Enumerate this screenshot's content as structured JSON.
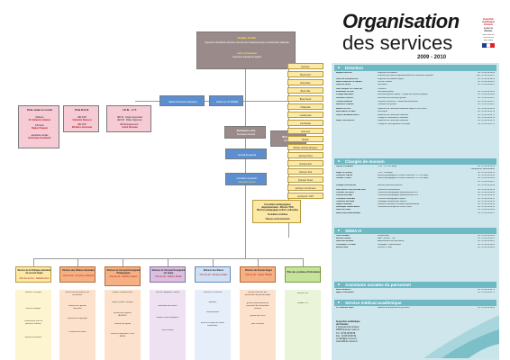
{
  "colors": {
    "accent_red": "#c0141c",
    "teal": "#6fb9c4",
    "panel_blue": "#cfe7ec",
    "box_grey": "#9a8b8a",
    "box_blue": "#5b8fd0",
    "box_orange": "#f5b183",
    "box_pink": "#f6cbd6",
    "box_purple": "#d7c0e0",
    "box_yellow": "#fde9a6",
    "box_light_blue": "#cfe0f5",
    "box_green": "#c7e29b"
  },
  "title": {
    "line1": "Organisation",
    "line2": "des services",
    "year": "2009 - 2010"
  },
  "logo": {
    "l1": "inspection",
    "l2": "académique",
    "l3": "Finistère",
    "l4": "académie",
    "l5": "Rennes",
    "m1": "MINISTÈRE DE",
    "m2": "L'ÉDUCATION",
    "m3": "NATIONALE"
  },
  "chart": {
    "ia": {
      "name": "Brigitte Kieffer",
      "role": "Inspecteur d'Académie  Directeur des Services Départementaux de l'Education Nationale",
      "adj_name": "Jean-Luc Deuzavel",
      "adj_role": "Inspecteur d'académie Adjoint"
    },
    "mission_box": "Mission Prévention Itinérance",
    "cabinet_box": "Cabinet de l'IA DSDEN",
    "sec_gen": {
      "name": "Emmanuel Le Pen",
      "role": "Secrétaire Général"
    },
    "michel": {
      "name": "Michel Ollivet",
      "role": "ASH/IEN-A"
    },
    "secretariat": "Secrétariat général",
    "controleur": {
      "l1": "Contrôleur de gestion",
      "l2": "Marcelline Guérel"
    },
    "conseillers": {
      "l1": "Conseillers pédagogiques",
      "l2": "départementaux - Mission TICE",
      "l3": "Mission pédagogique actions culturelles",
      "l4": "Formation continue",
      "l5": "Classes environnement"
    },
    "pole": {
      "title": "Pôle santé et social",
      "a1": "Médecin",
      "a2": "Dr Catherine Hamaon",
      "a3": "Infirmière",
      "a4": "Régine Paugam",
      "a5": "assistante sociale",
      "a6": "Dominique Guerlavais"
    },
    "pole_rased": {
      "title": "Pôle R.S.H.",
      "a1": "IEN ASH",
      "a2": "Catherine Buisson",
      "a3": "IEN ASH",
      "a4": "Michèle Lebonneau"
    },
    "ien_ct": {
      "title": "I.E.N. - C.T.",
      "a1": "IEN IO : Gisèle Guyomard",
      "a2": "IEN ET : Didier Vigouroux",
      "a3": "IEN Enseignement :",
      "a4": "André Nouveau"
    },
    "sites": [
      "Quimper",
      "Brest Nord",
      "Brest Rive",
      "Brest Ville",
      "Brest Ouest",
      "Châteaulin",
      "Landerneau",
      "Landivisiau",
      "Lesneven",
      "Morlaix",
      "Morlaix-Carhaix-Plouguer",
      "Quimper Nord",
      "Quimper Est",
      "Quimper Sud",
      "Quimper Ouest",
      "Quimper Concarneau",
      "Quimperlé / ASH"
    ],
    "divisions": [
      {
        "head": "Service de la Politique éducative du second degré",
        "chef": "Chef de service : Nathalie Roux",
        "subs": [
          "bourses 1er degré",
          "bourses collèges",
          "scolarisation hors de parcours scolaires",
          "bourses accordées"
        ]
      },
      {
        "head": "Division des Affaires Générales",
        "chef": "Chef de div : Armelle Le Manach",
        "subs": [
          "bureau des prestations aux personnels",
          "bureau de la gestion financière",
          "bureau de la logistique",
          "accidents du travail"
        ]
      },
      {
        "head": "Division de l'Accueil Enseignant Pédagogique",
        "chef": "Chef de div : Martine Cloarec",
        "subs": [
          "moyens collèges privés",
          "moyens publics collèges",
          "gestion des moyens AVS/EVS",
          "contrôle de légalité",
          "réussite d'éducation CPEH MDPH"
        ]
      },
      {
        "head": "Division de l'Accueil Enseignant 1er degré",
        "chef": "Chef de div : Martine Moalic",
        "subs": [
          "suivi de l'obligation scolaire",
          "affectation des élèves",
          "moyens écoles publiques",
          "carte scolaire"
        ]
      },
      {
        "head": "Division des Elèves",
        "chef": "Chef de div : Monique Moalic",
        "subs": [
          "examens et concours",
          "diplômes",
          "remplacement",
          "prise en charge des élèves handicapés"
        ]
      },
      {
        "head": "Division du Premier Degré",
        "chef": "Chef de div : Gisèle Tribollet",
        "subs": [
          "gestion collective des personnels du premier degré",
          "gestion administrative du personnel de la formation continue",
          "gestion des actes",
          "paie et retraite"
        ]
      },
      {
        "head": "Pôle des systèmes d'information",
        "chef": "",
        "subs": [
          "Mission Tice",
          "SEMA-O 29"
        ]
      }
    ]
  },
  "panel": {
    "direction": {
      "header": "Direction",
      "rows": [
        [
          "Brigitte KIEFFER",
          "Inspecteur d'académie",
          "Tél : 02 98 98 98 98"
        ],
        [
          "",
          "Directeur des services départementaux de l'Education nationale",
          "Fax : 02 98 98 98 97"
        ],
        [
          "Jean-Luc DESAGNOUS",
          "Inspecteur d'académie adjoint",
          "Tél : 02 98 98 98 03"
        ],
        [
          "Marie-Françoise LE GANNIC",
          "Chef de Cabinet",
          "Tél : 02 98 98 98 02"
        ],
        [
          "Gaby NICOLAS",
          "Secrétariat",
          "Tél : 02 98 98 98 01"
        ],
        [
          "Jean-Jacques LE FLANCHE",
          "Chauffeur",
          ""
        ],
        [
          "Emmanuel LE PEN",
          "Secrétaire général",
          "Tél : 02 98 98 98 05"
        ],
        [
          "Philippe ABGRALL",
          "Secrétaire général adjoint - Chargé des affaires juridiques",
          "Tél : 02 98 98 98 06"
        ],
        [
          "Lauréline PINSON",
          "Secrétariat du secrétaire général",
          "Tél : 02 98 98 98 07"
        ],
        [
          "Chantal MENEUR",
          "Conseiller chercheur - Gestion des personnels",
          "Tél : 02 98 98 98 27"
        ],
        [
          "Marceline GUEREL",
          "Contrôleur de gestion",
          "Tél : 02 98 98 98 42"
        ],
        [
          "Michel OLLIVET",
          "Inspecteur de l'Education nationale adjoint à l'IA DSDEN",
          "Tél : 02 98 98 98 08"
        ],
        [
          "Anne-Marie LE GALL",
          "Secrétariat",
          "Tél : 02 98 98 98 14"
        ],
        [
          "Guirec FAUBRADOUDET",
          "Inspecteur de l'Education nationale",
          "Tél : 02 98 98 98 17"
        ],
        [
          "",
          "Chargé de l'Information Orientation",
          "Tél : 02 98 98 98 18"
        ],
        [
          "Didier VIGOUROUX",
          "Inspecteur de l'Education nationale",
          "Tél : 02 98 98 98 12"
        ],
        [
          "",
          "Chargé de l'Enseignement Technique",
          "Tél : 02 98 98 98 13"
        ]
      ]
    },
    "missions": {
      "header": "Chargés de mission",
      "rows": [
        [
          "Patrick PORANEN",
          "TICE - CPD 1er degré",
          "Tél : 02 98 98 98 33"
        ],
        [
          "",
          "",
          "Coordonnées informatiques"
        ],
        [
          "Roger LE QUIMQ",
          "TICE - 2nd degré",
          "Tél : 02 98 98 98 31"
        ],
        [
          "Françoise GARIN",
          "Mission pédagogique et actions culturelles CPD 1er degré",
          "Tél : 02 98 98 98 45"
        ],
        [
          "Pascale TOULET",
          "Mission pédagogique et actions culturelles CPD 1er degré",
          "Tél : 02 98 98 98 46"
        ],
        [
          "",
          "",
          "Tél : 02 98 98 98 47"
        ],
        [
          "Philippe LEGOAZIOU",
          "Mission, protection jeunesse",
          "Tél : 02 98 98 98 48"
        ],
        [
          "Jean-Michel CREPIN-LEBLOND",
          "Conseiller environnement",
          "Tél : 02 98 98 98 49"
        ],
        [
          "Christine GICQUEL",
          "Conseillère pédagogique départementale EPS",
          "Tél : 02 98 98 98 50"
        ],
        [
          "Patricia MORVAN",
          "Conseillère pédagogique départementale EPS",
          "Tél : 02 98 98 98 51"
        ],
        [
          "Christiane GUEGAN",
          "Conseiller pédagogique langues",
          "Tél : 02 98 98 98 52"
        ],
        [
          "Catherine MORVAN",
          "Pédagogie fondamentale RASED",
          "Tél : 02 98 98 98 53"
        ],
        [
          "Régine PAUGAM",
          "Infirmière conseillère technique départementale",
          "Tél : 02 98 98 98 54"
        ],
        [
          "Dominique GUERLAVAIS",
          "Conseillère technique de service social",
          "Tél : 02 98 98 98 55"
        ],
        [
          "Jean-Luc GUEL",
          "",
          "Tél : 02 98 98 98 56"
        ],
        [
          "Marie-Odile MENEUNHAN",
          "",
          "Tél : 02 98 98 98 57"
        ]
      ]
    },
    "semao": {
      "header": "SEMA-O",
      "rows": [
        [
          "Pierre GRAND",
          "Responsable",
          "Tél : 02 98 98 98 60"
        ],
        [
          "Bernard GREAL",
          "BAB - Internet - Tice",
          "Tél : 02 98 98 98 61"
        ],
        [
          "Jean-Paul MORAN",
          "Administrateur des personnels",
          "Tél : 02 98 98 98 62"
        ],
        [
          "Christophe COCHEN",
          "Pédagogie - administration",
          "Tél : 02 98 98 98 63"
        ],
        [
          "Annick PAUL",
          "Services à l'aide",
          "Tél : 02 98 98 98 64"
        ]
      ]
    },
    "assistants": {
      "header": "Assistants sociales du personnel",
      "rows": [
        [
          "Anne DENIEULT",
          "",
          "Tél : 02 98 98 98 70"
        ],
        [
          "Agnès GUERNEAU",
          "",
          "Tél : 02 98 98 98 71"
        ]
      ]
    },
    "medical": {
      "header": "Service médical académique",
      "rows": [
        [
          "Dr Catherine SIMIC",
          "Médecin de prévention du personnel",
          "Tél : 02 98 98 98 80"
        ]
      ]
    },
    "footer": {
      "l1": "Inspection académique",
      "l2": "du Finistère",
      "l3": "1 boulevard du Finistère",
      "l4": "29558 Quimper cedex 9",
      "l5": "Tél : 02 98 98 98 98",
      "l6": "Fax : 02 98 98 98 99",
      "l7": "ce.ia29@ac-rennes.fr",
      "l8": "www.ia29.ac-rennes.fr"
    }
  }
}
